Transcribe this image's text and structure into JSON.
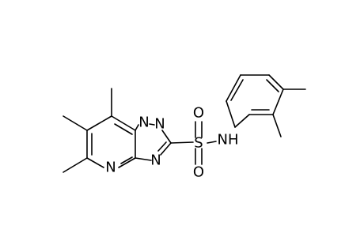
{
  "diagram": {
    "type": "chemical-structure",
    "colors": {
      "background": "#ffffff",
      "bond": "#000000",
      "label": "#000000"
    },
    "atom_labels": {
      "n1": "N",
      "n2": "N",
      "n3": "N",
      "n4": "N",
      "s": "S",
      "o1": "O",
      "o2": "O",
      "nh": "NH"
    }
  }
}
